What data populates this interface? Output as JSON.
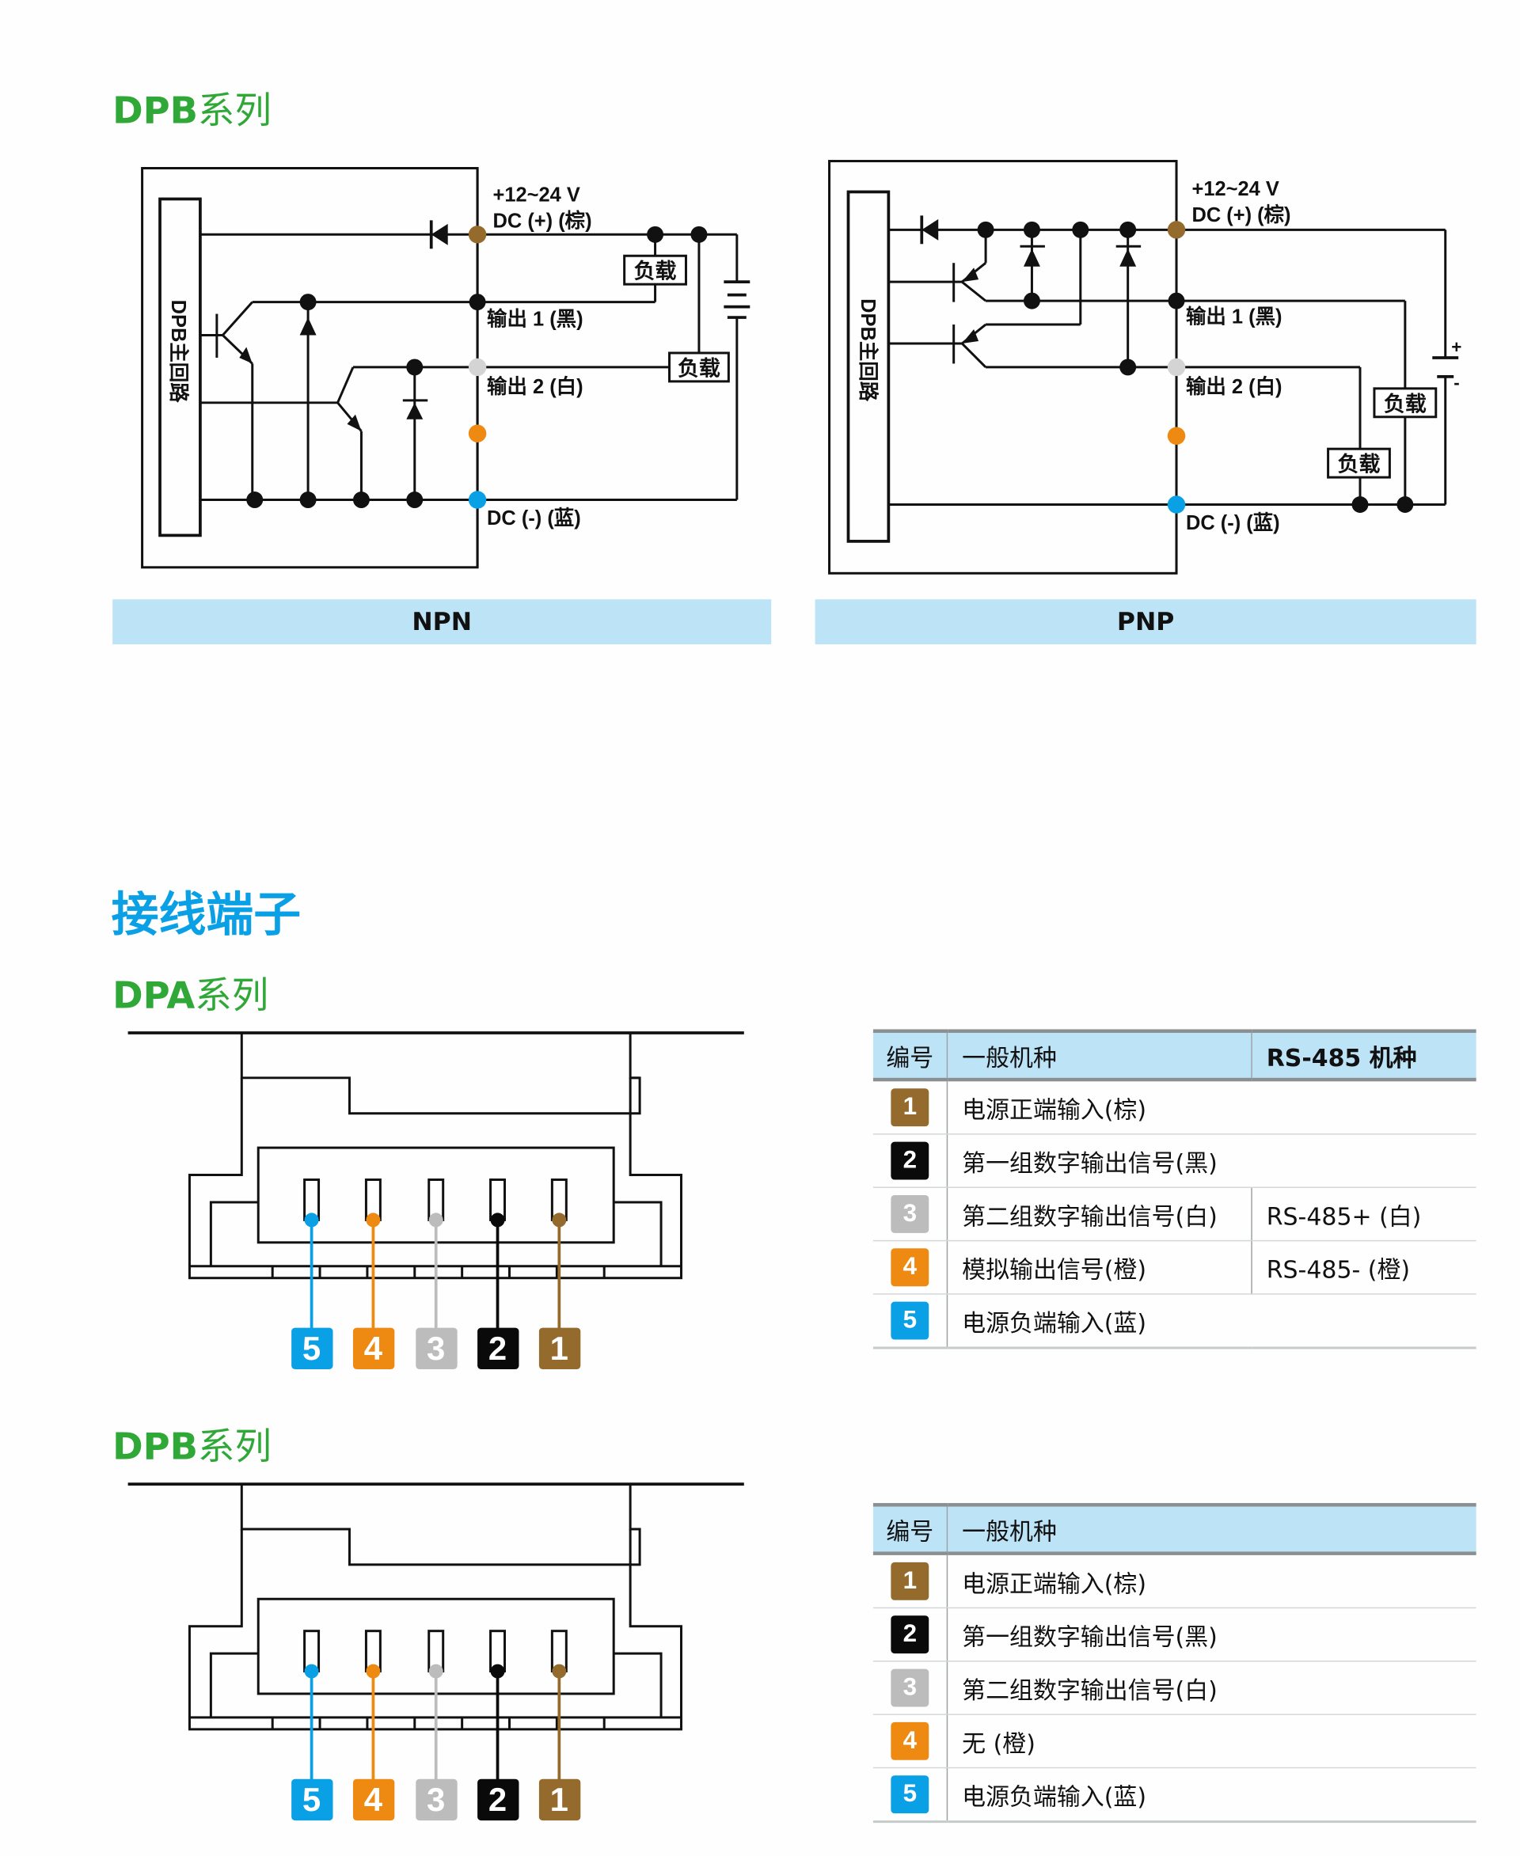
{
  "top_section": {
    "title_latin": "DPB",
    "title_cn": "系列",
    "npn": {
      "label": "NPN",
      "block_label": "DPB主回路",
      "supply_line1": "+12~24 V",
      "supply_line2": "DC (+) (棕)",
      "out1": "输出 1 (黑)",
      "out2": "输出 2 (白)",
      "gnd": "DC (-) (蓝)",
      "load": "负载"
    },
    "pnp": {
      "label": "PNP",
      "block_label": "DPB主回路",
      "supply_line1": "+12~24 V",
      "supply_line2": "DC (+) (棕)",
      "out1": "输出 1 (黑)",
      "out2": "输出 2 (白)",
      "gnd": "DC (-) (蓝)",
      "load": "负载",
      "plus": "+",
      "minus": "-"
    }
  },
  "wiring_section": {
    "title": "接线端子",
    "colors": {
      "brown": "#946a2d",
      "black": "#0a0a0a",
      "gray": "#bcbcbc",
      "orange": "#ee8a12",
      "blue": "#0aa0e6"
    },
    "dpa": {
      "title_latin": "DPA",
      "title_cn": "系列",
      "pins": [
        "5",
        "4",
        "3",
        "2",
        "1"
      ],
      "table": {
        "headers": [
          "编号",
          "一般机种",
          "RS-485 机种"
        ],
        "rows": [
          {
            "num": "1",
            "color": "brown",
            "general": "电源正端输入(棕)",
            "rs485": ""
          },
          {
            "num": "2",
            "color": "black",
            "general": "第一组数字输出信号(黑)",
            "rs485": ""
          },
          {
            "num": "3",
            "color": "gray",
            "general": "第二组数字输出信号(白)",
            "rs485": "RS-485+ (白)"
          },
          {
            "num": "4",
            "color": "orange",
            "general": "模拟输出信号(橙)",
            "rs485": "RS-485- (橙)"
          },
          {
            "num": "5",
            "color": "blue",
            "general": "电源负端输入(蓝)",
            "rs485": ""
          }
        ]
      }
    },
    "dpb": {
      "title_latin": "DPB",
      "title_cn": "系列",
      "pins": [
        "5",
        "4",
        "3",
        "2",
        "1"
      ],
      "table": {
        "headers": [
          "编号",
          "一般机种"
        ],
        "rows": [
          {
            "num": "1",
            "color": "brown",
            "general": "电源正端输入(棕)"
          },
          {
            "num": "2",
            "color": "black",
            "general": "第一组数字输出信号(黑)"
          },
          {
            "num": "3",
            "color": "gray",
            "general": "第二组数字输出信号(白)"
          },
          {
            "num": "4",
            "color": "orange",
            "general": "无 (橙)"
          },
          {
            "num": "5",
            "color": "blue",
            "general": "电源负端输入(蓝)"
          }
        ]
      }
    }
  }
}
